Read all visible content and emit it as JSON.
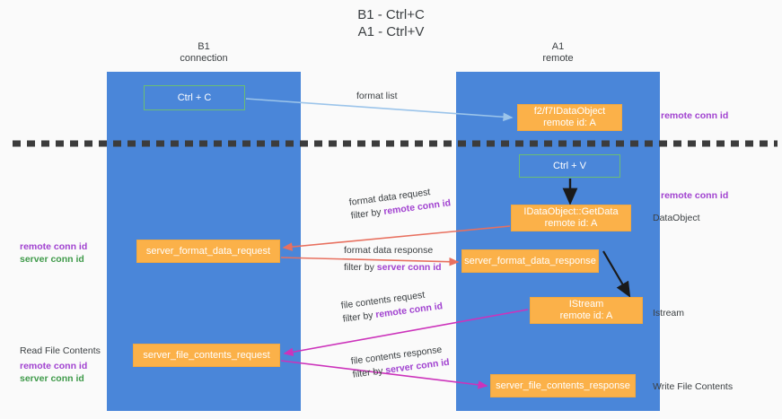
{
  "diagram": {
    "title_line1": "B1 - Ctrl+C",
    "title_line2": "A1 - Ctrl+V",
    "lanes": [
      {
        "name": "B1",
        "role": "connection"
      },
      {
        "name": "A1",
        "role": "remote"
      }
    ],
    "colors": {
      "lane": "#4a86d9",
      "green_box": "#76c7f",
      "orange_box": "#fbb149",
      "purple_text": "#a142d0",
      "green_text": "#3f9a4a",
      "red_arrow": "#e8705f",
      "magenta_arrow": "#cc33bb",
      "blue_arrow": "#9bc4ea",
      "black_arrow": "#1a1a1a",
      "background": "#fafafa"
    },
    "boxes": {
      "ctrl_c": "Ctrl + C",
      "idataobject_l1": "f2/f7IDataObject",
      "idataobject_l2": "remote id: A",
      "ctrl_v": "Ctrl + V",
      "getdata_l1": "IDataObject::GetData",
      "getdata_l2": "remote id: A",
      "server_format_data_request": "server_format_data_request",
      "server_format_data_response": "server_format_data_response",
      "istream_l1": "IStream",
      "istream_l2": "remote id: A",
      "server_file_contents_request": "server_file_contents_request",
      "server_file_contents_response": "server_file_contents_response"
    },
    "edge_labels": {
      "format_list": "format list",
      "format_data_request": "format data request",
      "format_data_request_filter_prefix": "filter by ",
      "format_data_request_filter_key": "remote conn id",
      "format_data_response": "format data response",
      "format_data_response_filter_prefix": "filter by ",
      "format_data_response_filter_key": "server conn id",
      "file_contents_request": "file contents request",
      "file_contents_request_filter_prefix": "filter by ",
      "file_contents_request_filter_key": "remote conn id",
      "file_contents_response": "file contents response",
      "file_contents_response_filter_prefix": "filter by ",
      "file_contents_response_filter_key": "server conn id"
    },
    "annotations": {
      "remote_conn_id_top": "remote conn id",
      "remote_conn_id_mid": "remote conn id",
      "dataobject": "DataObject",
      "istream": "Istream",
      "write_file_contents": "Write File Contents",
      "read_file_contents": "Read File Contents",
      "left_remote_conn_id_mid": "remote conn id",
      "left_server_conn_id_mid": "server conn id",
      "left_remote_conn_id_low": "remote conn id",
      "left_server_conn_id_low": "server conn id"
    }
  }
}
